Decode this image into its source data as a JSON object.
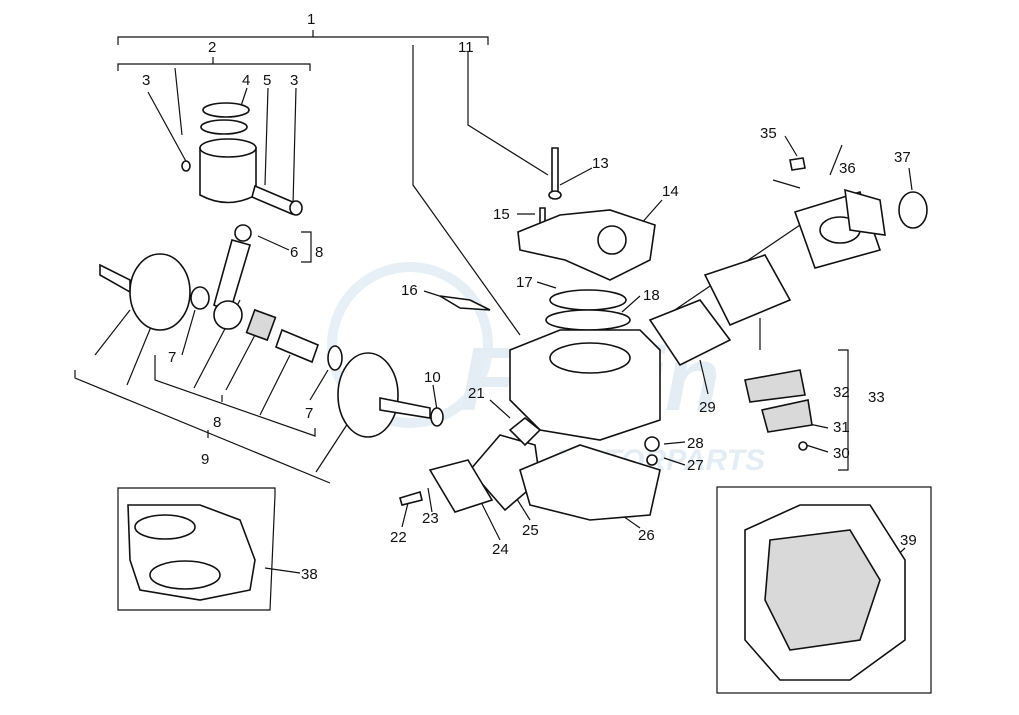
{
  "diagram": {
    "watermark": {
      "brand": "Fowin",
      "sub": "MOTORPARTS"
    },
    "callouts": [
      {
        "id": "c1",
        "text": "1"
      },
      {
        "id": "c2",
        "text": "2"
      },
      {
        "id": "c3a",
        "text": "3"
      },
      {
        "id": "c3b",
        "text": "3"
      },
      {
        "id": "c4",
        "text": "4"
      },
      {
        "id": "c5",
        "text": "5"
      },
      {
        "id": "c6",
        "text": "6"
      },
      {
        "id": "c7a",
        "text": "7"
      },
      {
        "id": "c7b",
        "text": "7"
      },
      {
        "id": "c8a",
        "text": "8"
      },
      {
        "id": "c8b",
        "text": "8"
      },
      {
        "id": "c9",
        "text": "9"
      },
      {
        "id": "c10",
        "text": "10"
      },
      {
        "id": "c11",
        "text": "11"
      },
      {
        "id": "c13",
        "text": "13"
      },
      {
        "id": "c14",
        "text": "14"
      },
      {
        "id": "c15",
        "text": "15"
      },
      {
        "id": "c16",
        "text": "16"
      },
      {
        "id": "c17",
        "text": "17"
      },
      {
        "id": "c18",
        "text": "18"
      },
      {
        "id": "c21",
        "text": "21"
      },
      {
        "id": "c22",
        "text": "22"
      },
      {
        "id": "c23",
        "text": "23"
      },
      {
        "id": "c24",
        "text": "24"
      },
      {
        "id": "c25",
        "text": "25"
      },
      {
        "id": "c26",
        "text": "26"
      },
      {
        "id": "c27",
        "text": "27"
      },
      {
        "id": "c28",
        "text": "28"
      },
      {
        "id": "c29",
        "text": "29"
      },
      {
        "id": "c30",
        "text": "30"
      },
      {
        "id": "c31",
        "text": "31"
      },
      {
        "id": "c32",
        "text": "32"
      },
      {
        "id": "c33",
        "text": "33"
      },
      {
        "id": "c35",
        "text": "35"
      },
      {
        "id": "c36",
        "text": "36"
      },
      {
        "id": "c37",
        "text": "37"
      },
      {
        "id": "c38",
        "text": "38"
      },
      {
        "id": "c39",
        "text": "39"
      }
    ]
  }
}
